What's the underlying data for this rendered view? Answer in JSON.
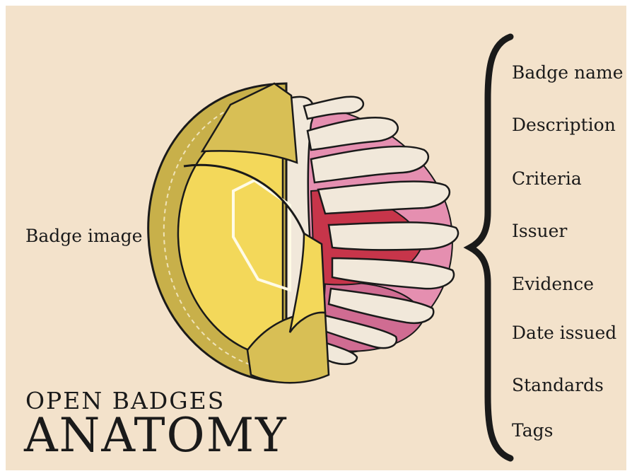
{
  "title": {
    "line1": "OPEN BADGES",
    "line2": "ANATOMY"
  },
  "left_label": "Badge image",
  "metadata_fields": [
    "Badge name",
    "Description",
    "Criteria",
    "Issuer",
    "Evidence",
    "Date issued",
    "Standards",
    "Tags"
  ],
  "colors": {
    "background": "#f3e2cb",
    "badge_gold": "#c8b04a",
    "badge_yellow": "#f3d85a",
    "rib": "#f1e8da",
    "organ_pink": "#e58fb0",
    "organ_red": "#c7354a",
    "vein_blue": "#3a5fbf",
    "outline": "#1a1a1a"
  }
}
